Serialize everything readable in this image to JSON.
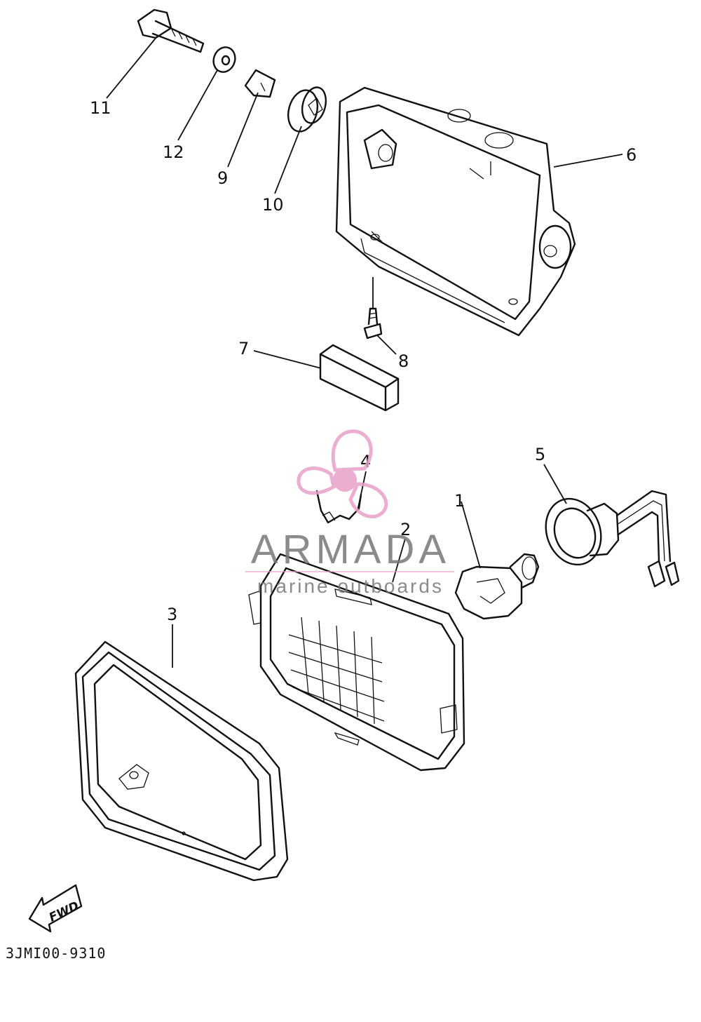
{
  "callouts": {
    "c1": "1",
    "c2": "2",
    "c3": "3",
    "c4": "4",
    "c5": "5",
    "c6": "6",
    "c7": "7",
    "c8": "8",
    "c9": "9",
    "c10": "10",
    "c11": "11",
    "c12": "12"
  },
  "watermark": {
    "brand": "ARMADA",
    "tagline": "marine outboards",
    "logo_color": "#e8a0c8"
  },
  "fwd_label": "FWD",
  "reference_code": "3JMI00-9310"
}
